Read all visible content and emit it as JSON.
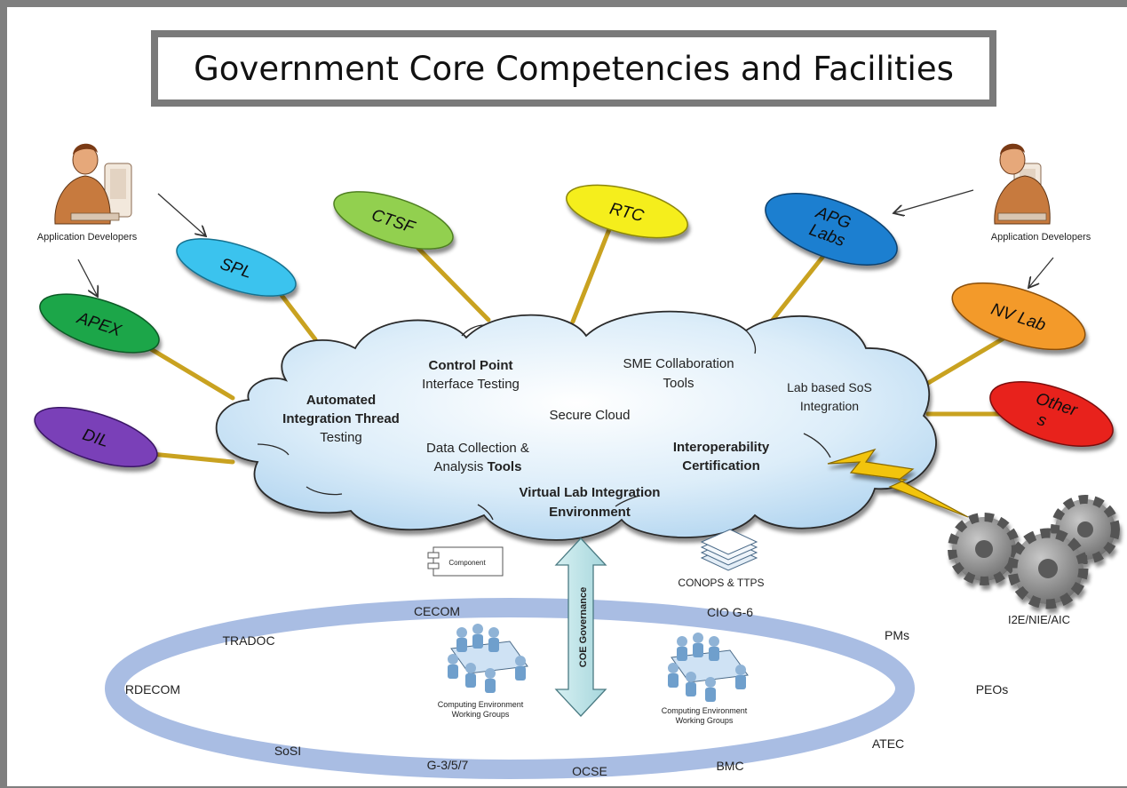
{
  "title": "Government Core Competencies and Facilities",
  "developers_left": "Application Developers",
  "developers_right": "Application Developers",
  "facilities": {
    "apex": "APEX",
    "spl": "SPL",
    "ctsf": "CTSF",
    "rtc": "RTC",
    "apg_line1": "APG",
    "apg_line2": "Labs",
    "nvlab": "NV Lab",
    "others_line1": "Other",
    "others_line2": "s",
    "dil": "DIL"
  },
  "colors": {
    "apex": "#1aa64a",
    "spl": "#3bc3ee",
    "ctsf": "#92d050",
    "rtc": "#f5ee1a",
    "apg": "#1e7fd0",
    "nvlab": "#f39a2a",
    "others": "#e8221d",
    "dil": "#7a3fb8",
    "ring": "#a9bde3",
    "cloud": "#cfe6f6"
  },
  "cloud": {
    "automated_line1": "Automated",
    "automated_line2": "Integration Thread",
    "automated_line3": "Testing",
    "control_point": "Control Point",
    "interface_testing": "Interface Testing",
    "sme_line1": "SME Collaboration",
    "sme_line2": "Tools",
    "lab_line1": "Lab based SoS",
    "lab_line2": "Integration",
    "secure_cloud": "Secure Cloud",
    "data_line1": "Data Collection &",
    "data_line2_prefix": "Analysis ",
    "data_line2_bold": "Tools",
    "interop_line1": "Interoperability",
    "interop_line2": "Certification",
    "virtual_line1": "Virtual Lab Integration",
    "virtual_line2": "Environment"
  },
  "component_label": "Component",
  "conops": "CONOPS & TTPS",
  "gears_label": "I2E/NIE/AIC",
  "governance": "COE Governance",
  "working_group_line1": "Computing Environment",
  "working_group_line2": "Working Groups",
  "ring": {
    "cecom": "CECOM",
    "cio": "CIO G-6",
    "tradoc": "TRADOC",
    "pms": "PMs",
    "rdecom": "RDECOM",
    "peos": "PEOs",
    "sosi": "SoSI",
    "atec": "ATEC",
    "g357": "G-3/5/7",
    "ocse": "OCSE",
    "bmc": "BMC"
  }
}
